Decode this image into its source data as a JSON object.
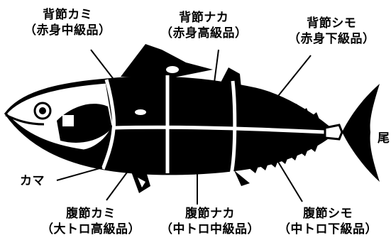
{
  "colors": {
    "ink": "#000000",
    "paper": "#ffffff"
  },
  "labels": {
    "back_head": {
      "name": "背節カミ",
      "grade": "（赤身中級品）"
    },
    "back_middle": {
      "name": "背節ナカ",
      "grade": "（赤身高級品）"
    },
    "back_tail": {
      "name": "背節シモ",
      "grade": "（赤身下級品）"
    },
    "tail": {
      "name": "尾"
    },
    "collar": {
      "name": "カマ"
    },
    "belly_head": {
      "name": "腹節カミ",
      "grade": "（大トロ高級品）"
    },
    "belly_middle": {
      "name": "腹節ナカ",
      "grade": "（中トロ中級品）"
    },
    "belly_tail": {
      "name": "腹節シモ",
      "grade": "（中トロ下級品）"
    }
  }
}
